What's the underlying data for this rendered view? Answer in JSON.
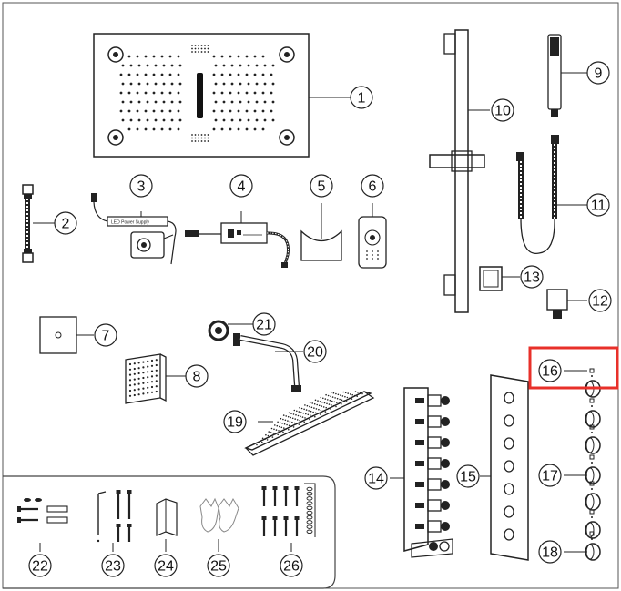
{
  "diagram": {
    "highlight_color": "#e8302a",
    "line_color": "#222222",
    "parts": [
      {
        "id": "1"
      },
      {
        "id": "2"
      },
      {
        "id": "3",
        "label": "LED Power Supply"
      },
      {
        "id": "4"
      },
      {
        "id": "5"
      },
      {
        "id": "6"
      },
      {
        "id": "7"
      },
      {
        "id": "8"
      },
      {
        "id": "9"
      },
      {
        "id": "10"
      },
      {
        "id": "11"
      },
      {
        "id": "12"
      },
      {
        "id": "13"
      },
      {
        "id": "14"
      },
      {
        "id": "15"
      },
      {
        "id": "16",
        "highlighted": true
      },
      {
        "id": "17"
      },
      {
        "id": "18"
      },
      {
        "id": "19"
      },
      {
        "id": "20"
      },
      {
        "id": "21"
      },
      {
        "id": "22"
      },
      {
        "id": "23"
      },
      {
        "id": "24"
      },
      {
        "id": "25"
      },
      {
        "id": "26"
      }
    ]
  }
}
